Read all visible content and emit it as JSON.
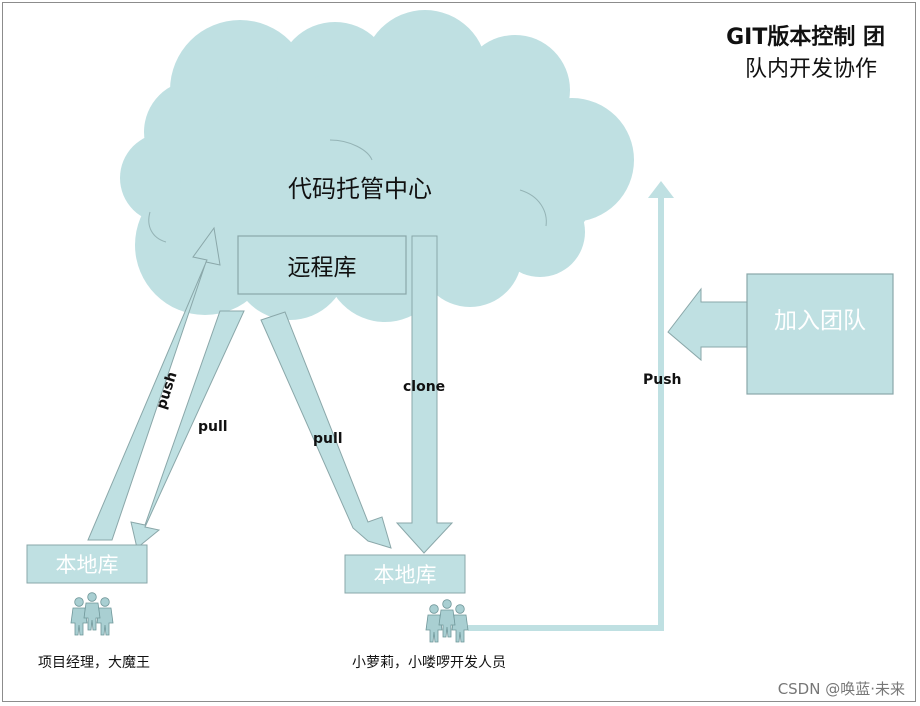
{
  "title_line1": "GIT版本控制 团",
  "title_line2": "队内开发协作",
  "cloud_label": "代码托管中心",
  "remote_repo_label": "远程库",
  "join_team_label": "加入团队",
  "local_repo_left_label": "本地库",
  "local_repo_right_label": "本地库",
  "arrow_push_label": "push",
  "arrow_pull_left_label": "pull",
  "arrow_pull_right_label": "pull",
  "arrow_clone_label": "clone",
  "arrow_push_join_label": "Push",
  "person_left_caption": "项目经理，大魔王",
  "person_right_caption": "小萝莉，小喽啰开发人员",
  "watermark": "CSDN @唤蓝·未来",
  "colors": {
    "cloud_fill": "#bfe0e2",
    "cloud_stroke": "#94b3b5",
    "box_stroke": "#8aa7a9",
    "arrow_fill": "#bfe0e2",
    "people_fill": "#a9cfd2"
  },
  "icons": [
    "people-group-icon"
  ]
}
